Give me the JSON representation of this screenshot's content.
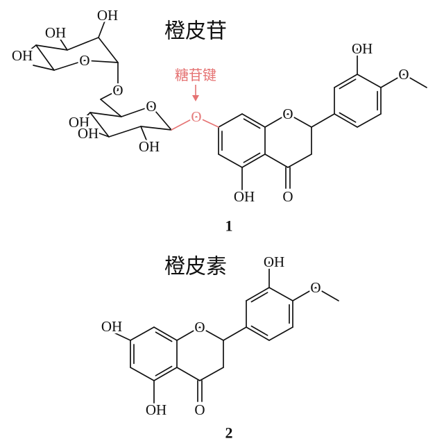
{
  "compound1": {
    "title": "橙皮苷",
    "number": "1",
    "glycosidic_bond_label": "糖苷键",
    "labels": {
      "r2_oh": "OH",
      "r3_oh": "OH",
      "r4_oh": "OH",
      "r_ring_o": "O",
      "link_o": "O",
      "g_ring_o": "O",
      "g4_oh": "OH",
      "g3_oh": "OH",
      "g2_oh": "OH",
      "glyco_o": "O",
      "o1": "O",
      "c5_oh": "OH",
      "c4_o": "O",
      "c3p_oh": "OH",
      "c4p_o": "O"
    }
  },
  "compound2": {
    "title": "橙皮素",
    "number": "2",
    "labels": {
      "c7_oh": "OH",
      "o1": "O",
      "c5_oh": "OH",
      "c4_o": "O",
      "c3p_oh": "OH",
      "c4p_o": "O"
    }
  },
  "colors": {
    "highlight": "#e57373",
    "ink": "#111111"
  }
}
